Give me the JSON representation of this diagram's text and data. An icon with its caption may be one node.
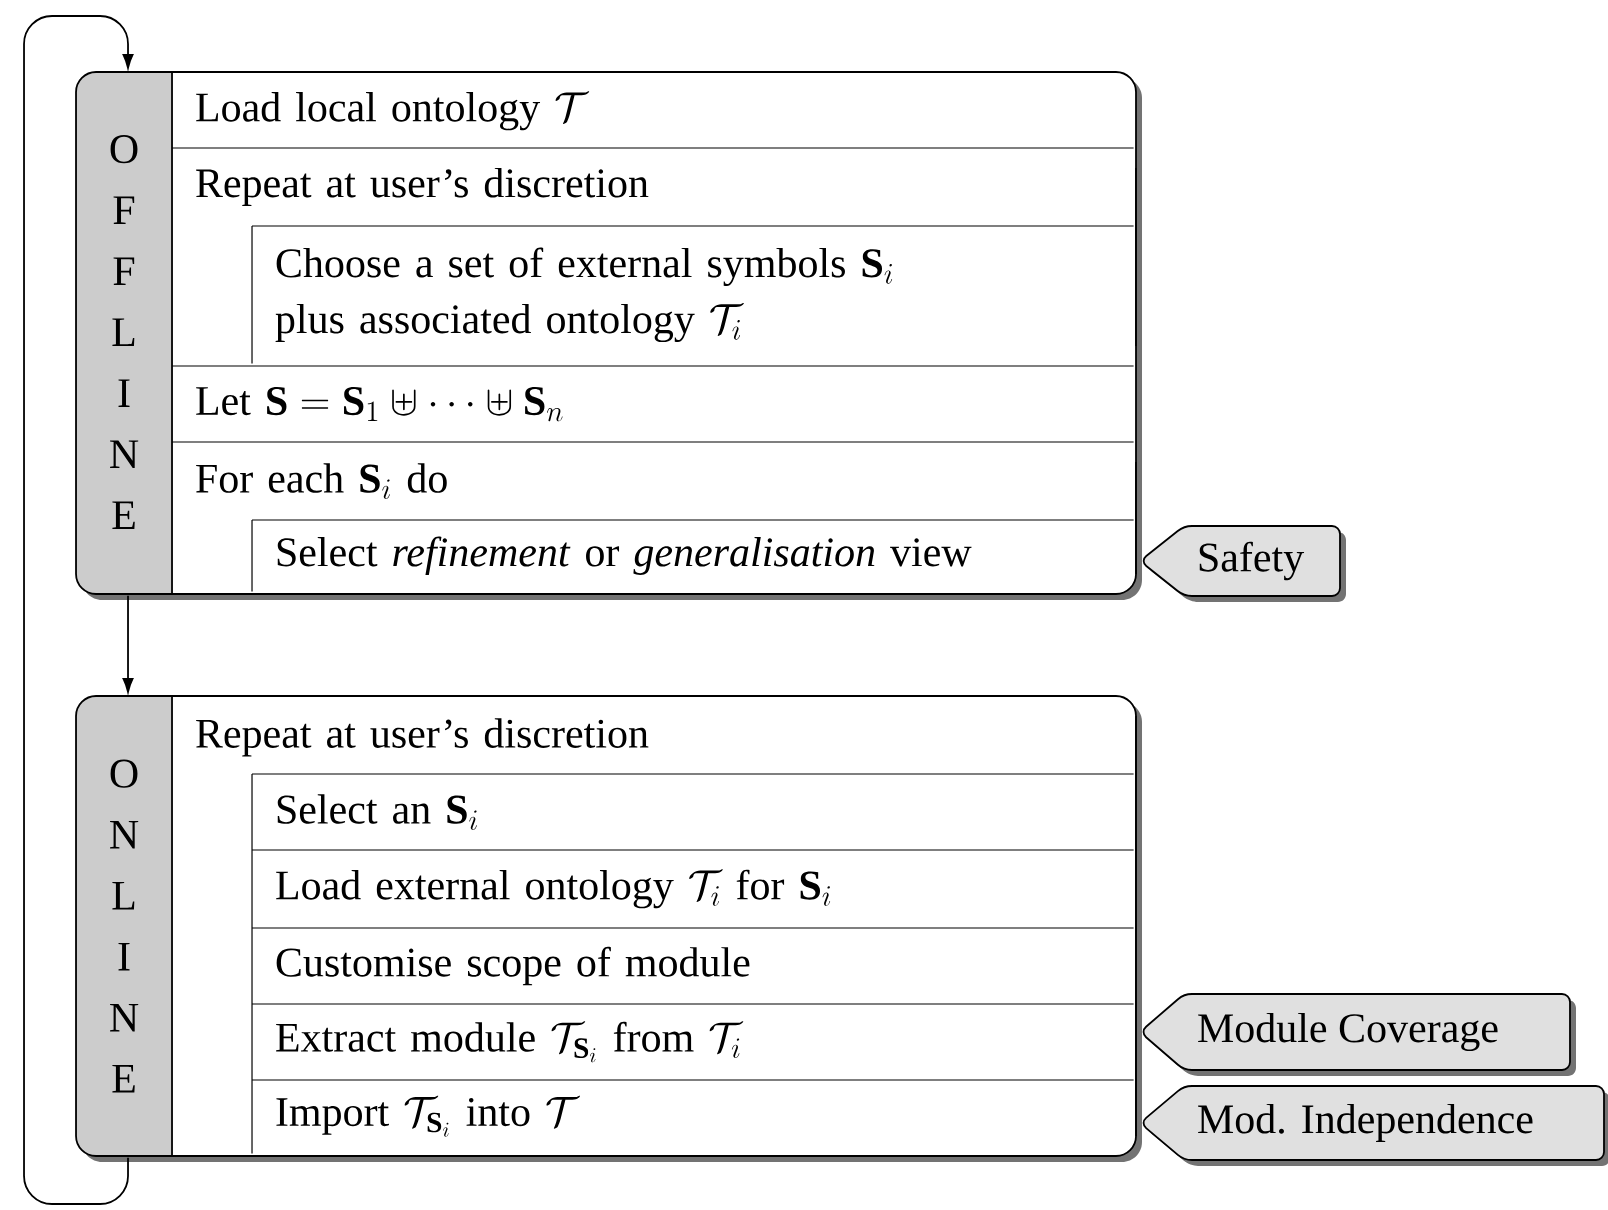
{
  "diagram": {
    "nodes": [
      {
        "text": [
          "O F F L I N E"
        ]
      },
      {
        "text": [
          "\\text{Load local ontology }\\mathcal{T}"
        ],
        "in": 0
      },
      {
        "text": [
          "Repeat at user’s discretion"
        ],
        "in": 0
      },
      {
        "text": [
          "\\text{Choose a set of external symbols }\\mathbf{S}_i\\allowbreak\\ \\text{plus associated ontology }\\mathcal{T}_i"
        ],
        "in": 2
      },
      {
        "text": [
          "\\text{Let }\\mathbf{S}=\\mathbf{S}_1\\uplus\\cdots\\uplus\\mathbf{S}_n"
        ],
        "in": 0
      },
      {
        "text": [
          "\\text{For each }\\mathbf{S}_i\\text{ do}"
        ],
        "in": 0
      },
      {
        "text": [
          "\\text{Select \\textit{refinement} or \\textit{generalisation} view}"
        ],
        "in": 5
      },
      {
        "text": [
          "Safety"
        ]
      },
      {
        "text": [
          "O N L I N E"
        ]
      },
      {
        "text": [
          "Repeat at user’s discretion"
        ],
        "in": 8
      },
      {
        "text": [
          "\\text{Select an }\\mathbf{S}_i"
        ],
        "in": 9
      },
      {
        "text": [
          "\\text{Load external ontology }\\mathcal{T}_i\\text{ for }\\mathbf{S}_i"
        ],
        "in": 9
      },
      {
        "text": [
          "Customise scope of module"
        ],
        "in": 9
      },
      {
        "text": [
          "\\text{Extract module }\\mathcal{T}_{\\mathbf{S}_i}\\text{ from }\\mathcal{T}_i"
        ],
        "in": 9
      },
      {
        "text": [
          "\\text{Import }\\mathcal{T}_{\\mathbf{S}_i}\\text{ into }\\mathcal{T}"
        ],
        "in": 9
      },
      {
        "text": [
          "Module Coverage"
        ]
      },
      {
        "text": [
          "Mod. Independence"
        ]
      }
    ],
    "edges": [
      {
        "from": 0,
        "to": 8,
        "arrow": "to"
      },
      {
        "from": 8,
        "to": 0,
        "arrow": "to"
      }
    ]
  }
}
